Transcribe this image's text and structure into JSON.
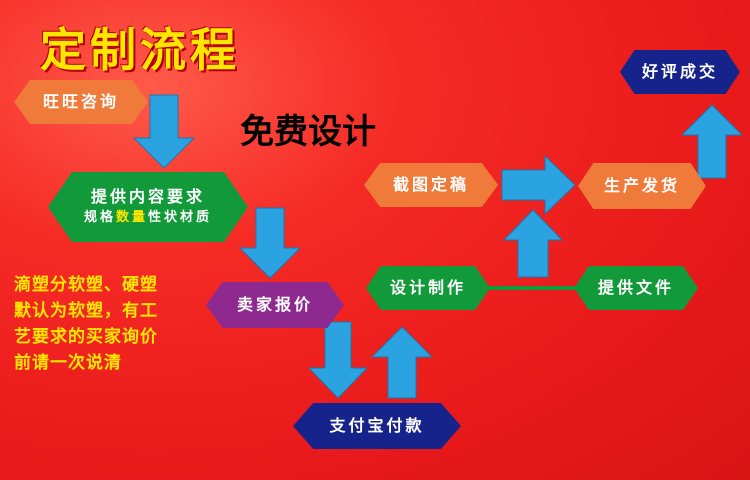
{
  "title": "定制流程",
  "subtitle": "免费设计",
  "note_lines": [
    "滴塑分软塑、硬塑",
    "默认为软塑，有工",
    "艺要求的买家询价",
    "前请一次说清"
  ],
  "nodes": {
    "consult": {
      "label": "旺旺咨询",
      "color": "#ef7a3a"
    },
    "requirements": {
      "label": "提供内容要求",
      "sub_prefix": "规格",
      "sub_highlight": "数量",
      "sub_suffix": "性状材质",
      "color": "#129a3a"
    },
    "quote": {
      "label": "卖家报价",
      "color": "#8e2a8f"
    },
    "payment": {
      "label": "支付宝付款",
      "color": "#16238a"
    },
    "design": {
      "label": "设计制作",
      "color": "#129a3a"
    },
    "files": {
      "label": "提供文件",
      "color": "#129a3a"
    },
    "confirm": {
      "label": "截图定稿",
      "color": "#ef7a3a"
    },
    "ship": {
      "label": "生产发货",
      "color": "#ef7a3a"
    },
    "review": {
      "label": "好评成交",
      "color": "#16238a"
    }
  },
  "colors": {
    "arrow": "#2aa3e0",
    "background": "#e8191a",
    "title": "#ffe600",
    "connector": "#129a3a"
  }
}
